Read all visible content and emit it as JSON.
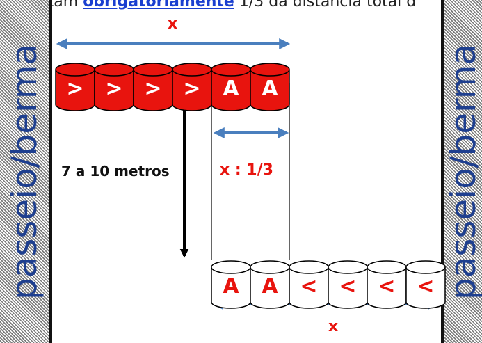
{
  "caption": {
    "pre": "te contam ",
    "link": "obrigatoriamente",
    "post": " 1/3 da distância total d"
  },
  "walls": {
    "left_label": "passeio/berma",
    "right_label": "passeio/berma"
  },
  "colors": {
    "drum_red": "#e8140e",
    "arrow_blue": "#4a7fbe",
    "label_red": "#e8140e",
    "wall_text": "#1e3f8f"
  },
  "top_row": {
    "drum_color": "red",
    "drums": [
      ">",
      ">",
      ">",
      ">",
      "A",
      "A"
    ]
  },
  "bottom_row": {
    "drum_color": "white",
    "drums": [
      "A",
      "A",
      "<",
      "<",
      "<",
      "<"
    ]
  },
  "labels": {
    "top_x": "x",
    "bottom_x": "x",
    "distance": "7 a 10 metros",
    "fraction": "x : 1/3"
  }
}
